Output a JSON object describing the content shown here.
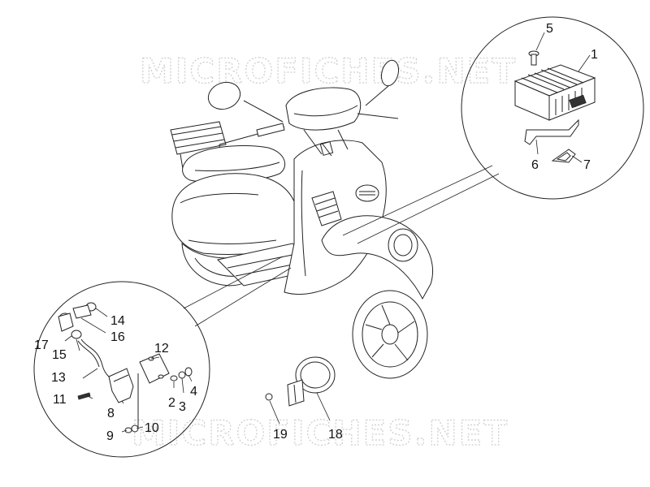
{
  "watermark": {
    "text": "MICROFICHES.NET"
  },
  "callouts": [
    {
      "id": "1",
      "label": "1"
    },
    {
      "id": "2",
      "label": "2"
    },
    {
      "id": "3",
      "label": "3"
    },
    {
      "id": "4",
      "label": "4"
    },
    {
      "id": "5",
      "label": "5"
    },
    {
      "id": "6",
      "label": "6"
    },
    {
      "id": "7",
      "label": "7"
    },
    {
      "id": "8",
      "label": "8"
    },
    {
      "id": "9",
      "label": "9"
    },
    {
      "id": "10",
      "label": "10"
    },
    {
      "id": "11",
      "label": "11"
    },
    {
      "id": "12",
      "label": "12"
    },
    {
      "id": "13",
      "label": "13"
    },
    {
      "id": "14",
      "label": "14"
    },
    {
      "id": "15",
      "label": "15"
    },
    {
      "id": "16",
      "label": "16"
    },
    {
      "id": "17",
      "label": "17"
    },
    {
      "id": "18",
      "label": "18"
    },
    {
      "id": "19",
      "label": "19"
    }
  ]
}
